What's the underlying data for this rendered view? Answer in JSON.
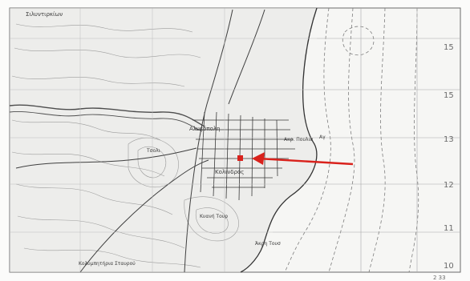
{
  "map": {
    "place_labels": {
      "top_left": "Σιλυντιρκίων",
      "town_north": "Αλυκόπολη",
      "town_south": "Κολινδρός",
      "coast_east": "Ακρ. Πουλια",
      "coast_right": "Αγ",
      "peak": "Τσολι",
      "bay_label": "Κυανή Τουρ",
      "south_label": "Άκρη Τουσ",
      "bottom_left": "Κολυμπητήρια Σταυρού"
    },
    "grid_labels": {
      "right_top": "15",
      "right_upper": "15",
      "right_mid": "13",
      "right_lower": "12",
      "right_low": "11",
      "right_bottom": "10",
      "bottom_right": "2 33"
    },
    "marker": {
      "label": "location marker",
      "arrow_color": "#d9221c",
      "dot_color": "#d9221c"
    },
    "colors": {
      "paper": "#f4f4f2",
      "lines": "#555555",
      "sea_grid": "#8a8a8a"
    }
  }
}
